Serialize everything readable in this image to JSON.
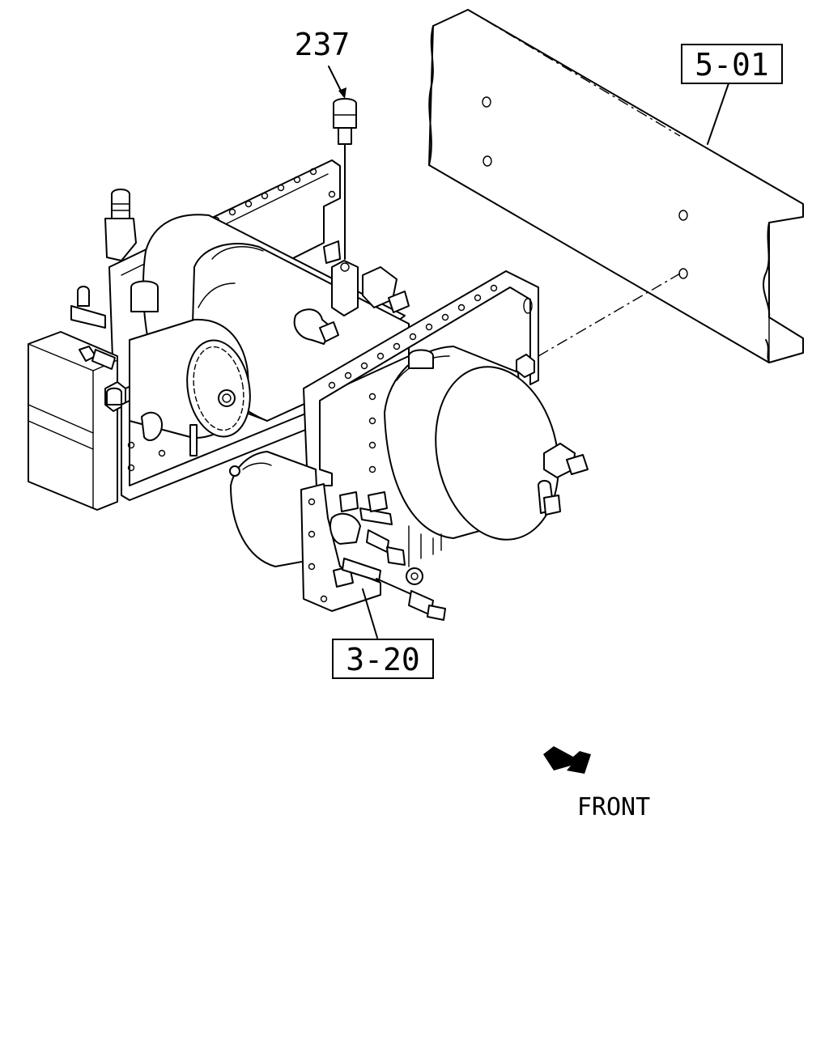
{
  "diagram": {
    "callouts": {
      "part_237": "237",
      "ref_5_01": "5-01",
      "ref_3_20": "3-20"
    },
    "direction": {
      "label": "FRONT"
    }
  }
}
